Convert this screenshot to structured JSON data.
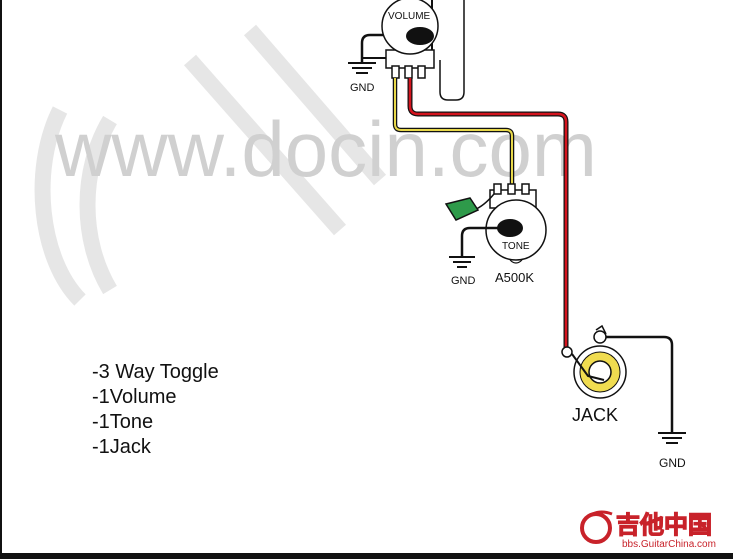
{
  "watermark": {
    "text": "www.docin.com",
    "color": "#d0d0d0"
  },
  "components": {
    "volume": {
      "label": "VOLUME"
    },
    "tone": {
      "label": "TONE",
      "value": "A500K"
    },
    "jack": {
      "label": "JACK"
    }
  },
  "ground_labels": [
    "GND",
    "GND",
    "GND"
  ],
  "parts_list": [
    "-3 Way Toggle",
    "-1Volume",
    "-1Tone",
    "-1Jack"
  ],
  "logo": {
    "chinese_text": "吉他中国",
    "url_text": "bbs.GuitarChina.com",
    "color": "#c8222a"
  },
  "wire_colors": {
    "black": "#111111",
    "red": "#d4141e",
    "yellow": "#e8d84a",
    "white": "#ffffff",
    "capacitor": "#2e9a4a"
  }
}
